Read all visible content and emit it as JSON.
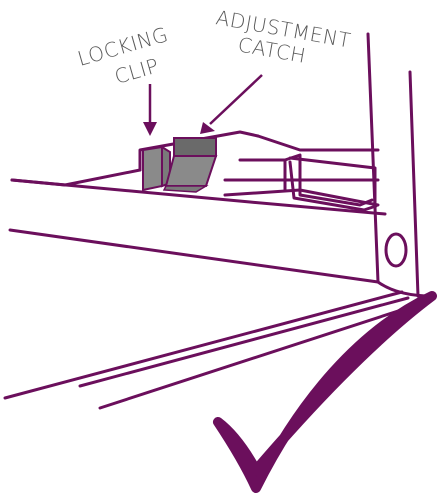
{
  "labels": {
    "locking_clip_line1": "LOCKING",
    "locking_clip_line2": "CLIP",
    "adjustment_catch_line1": "ADJUSTMENT",
    "adjustment_catch_line2": "CATCH"
  },
  "colors": {
    "line": "#6b0f5c",
    "checkmark": "#6b0f5c",
    "part_fill": "#8a8a8a",
    "part_top": "#6a6a6a",
    "label_text": "#5a5a5a"
  },
  "icons": {
    "checkmark": "checkmark-icon"
  }
}
